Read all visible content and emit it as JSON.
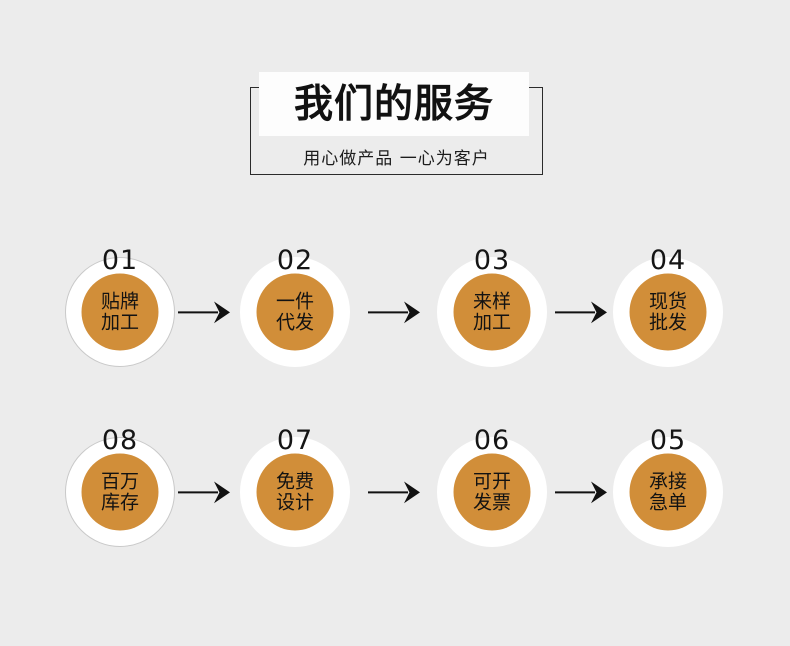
{
  "page": {
    "background_color": "#ececec",
    "accent_color": "#d18e39",
    "circle_ring_color": "#ffffff",
    "text_color": "#121212"
  },
  "header": {
    "title": "我们的服务",
    "subtitle": "用心做产品 一心为客户",
    "banner_background": "#fdfdfd",
    "frame_border_color": "#2b2b2b"
  },
  "arrow": {
    "name": "arrow-right-icon",
    "color": "#111111",
    "count_per_row": 3
  },
  "steps": {
    "row_1": [
      {
        "number": "01",
        "line1": "贴牌",
        "line2": "加工",
        "ringed": true
      },
      {
        "number": "02",
        "line1": "一件",
        "line2": "代发",
        "ringed": false
      },
      {
        "number": "03",
        "line1": "来样",
        "line2": "加工",
        "ringed": false
      },
      {
        "number": "04",
        "line1": "现货",
        "line2": "批发",
        "ringed": false
      }
    ],
    "row_2": [
      {
        "number": "08",
        "line1": "百万",
        "line2": "库存",
        "ringed": true
      },
      {
        "number": "07",
        "line1": "免费",
        "line2": "设计",
        "ringed": false
      },
      {
        "number": "06",
        "line1": "可开",
        "line2": "发票",
        "ringed": false
      },
      {
        "number": "05",
        "line1": "承接",
        "line2": "急单",
        "ringed": false
      }
    ]
  }
}
